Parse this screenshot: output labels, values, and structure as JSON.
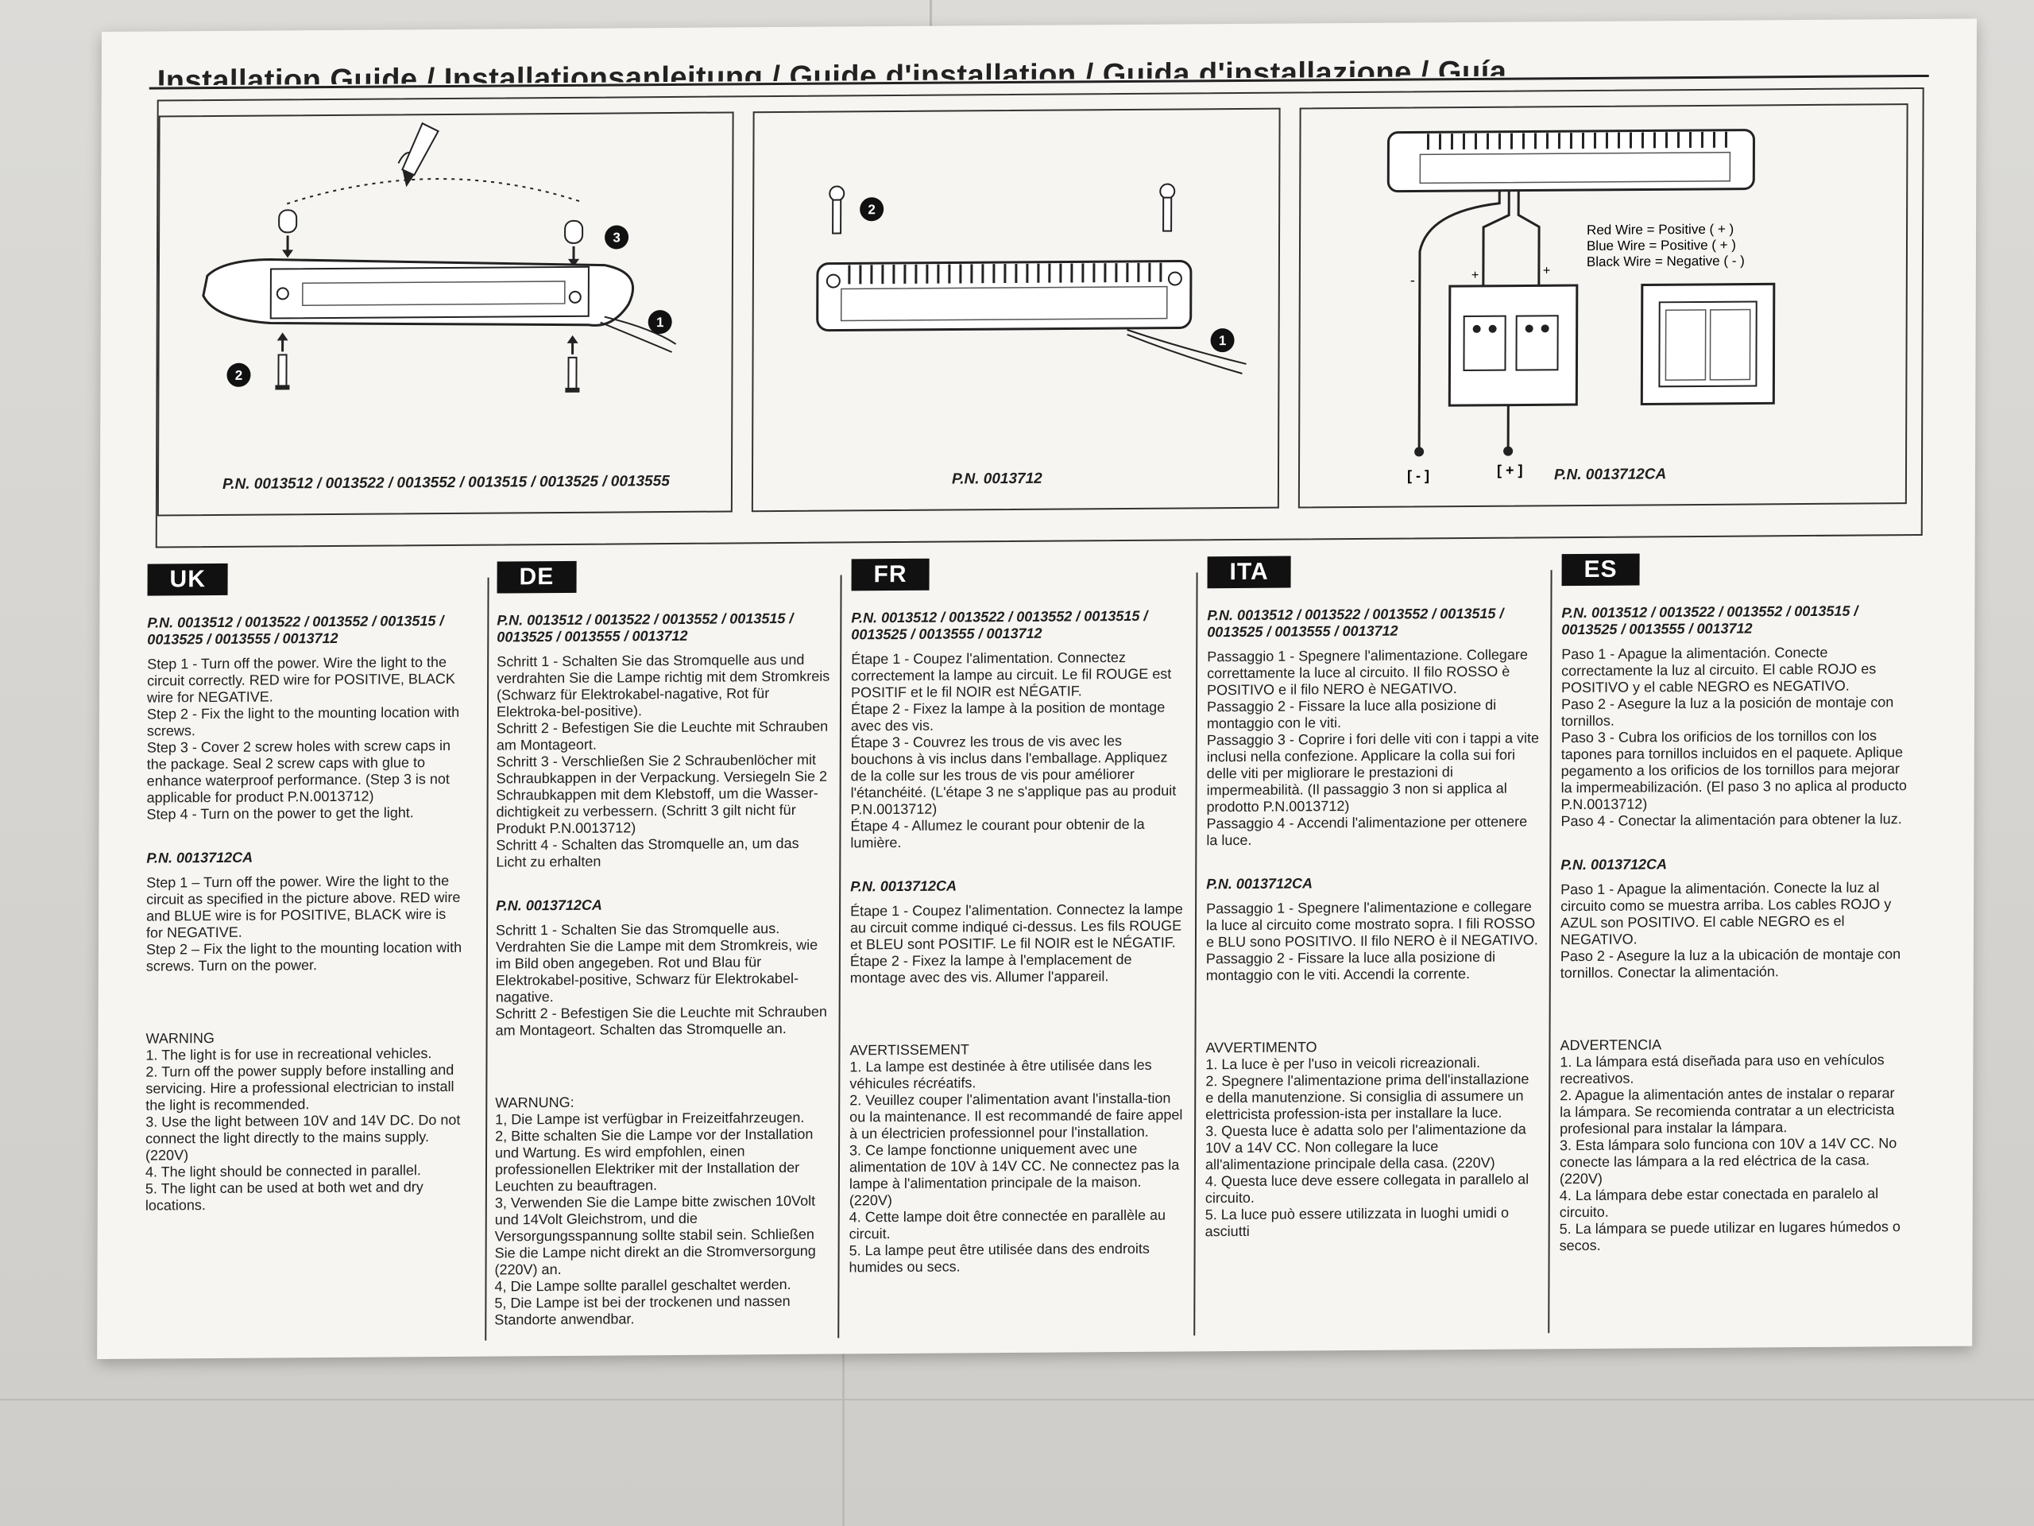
{
  "page": {
    "title": "Installation Guide / Installationsanleitung / Guide d'installation / Guida d'installazione / Guía de instalación"
  },
  "diagrams": {
    "panel1_pn": "P.N. 0013512 / 0013522 / 0013552 / 0013515 / 0013525 / 0013555",
    "panel2_pn": "P.N. 0013712",
    "panel3_pn": "P.N. 0013712CA",
    "callout_1": "1",
    "callout_2": "2",
    "callout_3": "3",
    "wire_legend": {
      "red": "Red Wire =  Positive ( + )",
      "blue": "Blue Wire = Positive ( + )",
      "black": "Black Wire = Negative ( - )"
    },
    "terminal_neg": "[ - ]",
    "terminal_pos": "[ + ]",
    "minus": "-",
    "plus": "+"
  },
  "columns": [
    {
      "lang": "UK",
      "pn": "P.N. 0013512 / 0013522 / 0013552 / 0013515 / 0013525 / 0013555 / 0013712",
      "steps": "Step 1 - Turn off the power. Wire the light to the circuit correctly. RED wire for POSITIVE, BLACK wire for NEGATIVE.\nStep 2 - Fix the light to the mounting location with screws.\nStep 3 - Cover 2 screw holes with screw caps in the package. Seal 2 screw caps with glue to enhance waterproof performance. (Step 3 is not applicable for product P.N.0013712)\nStep 4 - Turn on the power to get the light.",
      "pn2": "P.N. 0013712CA",
      "steps2": "Step 1 – Turn off the power. Wire the light to the circuit as specified in the picture above. RED wire and BLUE wire is for POSITIVE, BLACK wire is for NEGATIVE.\nStep 2 – Fix the light to the mounting location with screws. Turn on the power.",
      "warn_title": "WARNING",
      "warn": "1. The light is for use in recreational vehicles.\n2. Turn off the power supply before installing and servicing. Hire a professional electrician to install the light is recommended.\n3. Use the light between 10V and 14V DC. Do not connect the light directly to the mains supply.(220V)\n4. The light should be connected in parallel.\n5. The light can be used at both wet and dry locations."
    },
    {
      "lang": "DE",
      "pn": "P.N. 0013512 / 0013522 / 0013552 / 0013515 / 0013525 / 0013555 / 0013712",
      "steps": "Schritt 1 -  Schalten Sie das Stromquelle aus und verdrahten Sie die Lampe richtig mit dem Stromkreis (Schwarz für Elektrokabel-nagative, Rot für Elektroka-bel-positive).\nSchritt 2 - Befestigen Sie die Leuchte mit Schrauben am Montageort.\nSchritt 3 - Verschließen Sie 2 Schraubenlöcher mit Schraubkappen in der Verpackung. Versiegeln Sie 2 Schraubkappen mit dem Klebstoff, um die Wasser-dichtigkeit zu verbessern. (Schritt 3 gilt nicht für Produkt P.N.0013712)\nSchritt 4 - Schalten das Stromquelle an, um das Licht zu erhalten",
      "pn2": "P.N. 0013712CA",
      "steps2": "Schritt 1 - Schalten Sie das Stromquelle aus. Verdrahten Sie die Lampe mit dem Stromkreis, wie im Bild oben angegeben. Rot und Blau für Elektrokabel-positive, Schwarz für Elektrokabel-nagative.\nSchritt 2 - Befestigen Sie die Leuchte mit Schrauben am Montageort. Schalten das Stromquelle an.",
      "warn_title": "WARNUNG:",
      "warn": "1, Die Lampe ist verfügbar in Freizeitfahrzeugen.\n2, Bitte schalten Sie die Lampe vor der Installation und Wartung. Es wird empfohlen, einen professionellen Elektriker mit der Installation der Leuchten zu beauftragen.\n3, Verwenden Sie die Lampe bitte zwischen 10Volt und 14Volt Gleichstrom, und die Versorgungsspannung sollte stabil sein. Schließen Sie die Lampe nicht direkt an die Stromversorgung (220V) an.\n4, Die Lampe sollte parallel geschaltet werden.\n5, Die Lampe ist bei der trockenen und nassen Standorte anwendbar."
    },
    {
      "lang": "FR",
      "pn": "P.N. 0013512 / 0013522 / 0013552 / 0013515 / 0013525 / 0013555 / 0013712",
      "steps": "Étape 1 - Coupez l'alimentation. Connectez correctement la lampe au circuit. Le fil ROUGE est POSITIF et le fil NOIR est NÉGATIF.\nÉtape 2 - Fixez la lampe à la position de montage avec des vis.\nÉtape 3 - Couvrez les trous de vis avec les bouchons à vis inclus dans l'emballage. Appliquez de la colle sur les trous de vis pour améliorer l'étanchéité. (L'étape 3 ne s'applique pas au produit P.N.0013712)\nÉtape 4 - Allumez le courant pour obtenir de la lumière.",
      "pn2": "P.N. 0013712CA",
      "steps2": "Étape 1 - Coupez l'alimentation. Connectez la lampe au circuit comme indiqué ci-dessus. Les fils ROUGE et BLEU sont POSITIF. Le fil NOIR est le NÉGATIF.\nÉtape 2 - Fixez la lampe à l'emplacement de montage avec des vis. Allumer l'appareil.",
      "warn_title": "AVERTISSEMENT",
      "warn": "1. La lampe est destinée à être utilisée dans les véhicules récréatifs.\n2. Veuillez couper l'alimentation avant l'installa-tion ou la maintenance. Il est recommandé de faire appel à un électricien professionnel pour l'installation.\n3. Ce lampe fonctionne uniquement avec une alimentation de 10V à 14V CC. Ne connectez pas la lampe à l'alimentation principale de la maison. (220V)\n4. Cette lampe doit être connectée en parallèle au circuit.\n5. La lampe peut être utilisée dans des endroits humides ou secs."
    },
    {
      "lang": "ITA",
      "pn": "P.N. 0013512 / 0013522 / 0013552 / 0013515 / 0013525 / 0013555 / 0013712",
      "steps": "Passaggio 1 - Spegnere l'alimentazione. Collegare correttamente la luce al circuito. Il filo ROSSO è POSITIVO e il filo NERO è NEGATIVO.\nPassaggio 2 - Fissare la luce alla posizione di montaggio con le viti.\nPassaggio 3 - Coprire i fori delle viti con i tappi a vite inclusi nella confezione. Applicare la colla sui fori delle viti per migliorare le prestazioni di impermeabilità. (Il passaggio 3 non si applica al prodotto P.N.0013712)\nPassaggio 4 - Accendi l'alimentazione per ottenere la luce.",
      "pn2": "P.N. 0013712CA",
      "steps2": "Passaggio 1 - Spegnere l'alimentazione e collegare la luce al circuito come mostrato sopra. I fili ROSSO e BLU sono POSITIVO. Il filo NERO è il NEGATIVO.\nPassaggio 2 - Fissare la luce alla posizione di montaggio con le viti. Accendi la corrente.",
      "warn_title": "AVVERTIMENTO",
      "warn": "1. La luce è per l'uso in veicoli ricreazionali.\n2. Spegnere l'alimentazione prima dell'installazione e della manutenzione. Si consiglia di assumere un elettricista profession-ista per installare la luce.\n3. Questa luce è adatta solo per l'alimentazione da 10V a 14V CC. Non collegare la luce all'alimentazione principale della casa. (220V)\n4. Questa luce deve essere collegata in parallelo al circuito.\n5. La luce può essere utilizzata in luoghi umidi o asciutti"
    },
    {
      "lang": "ES",
      "pn": "P.N. 0013512 / 0013522 / 0013552 / 0013515 / 0013525 / 0013555 / 0013712",
      "steps": "Paso 1 - Apague la alimentación. Conecte correctamente la luz al circuito. El cable ROJO es POSITIVO y el cable NEGRO es NEGATIVO.\nPaso 2 - Asegure la luz a la posición de montaje con tornillos.\nPaso 3 - Cubra los orificios de los tornillos con los tapones para tornillos incluidos en el paquete. Aplique pegamento a los orificios de los tornillos para mejorar la impermeabilización. (El paso 3 no aplica al producto P.N.0013712)\nPaso 4 - Conectar la alimentación para obtener la luz.",
      "pn2": "P.N. 0013712CA",
      "steps2": "Paso 1 - Apague la alimentación. Conecte la luz al circuito como se muestra arriba. Los cables ROJO y AZUL son POSITIVO. El cable NEGRO es el NEGATIVO.\nPaso 2 - Asegure la luz a la ubicación de montaje con tornillos. Conectar la alimentación.",
      "warn_title": "ADVERTENCIA",
      "warn": "1. La lámpara está diseñada para uso en vehículos recreativos.\n2. Apague la alimentación antes de instalar o reparar la lámpara. Se recomienda contratar a un electricista profesional para instalar la lámpara.\n3. Esta lámpara solo funciona con 10V a 14V CC. No conecte las lámpara a la red eléctrica de la casa. (220V)\n4. La lámpara debe estar conectada en paralelo al circuito.\n5. La lámpara se puede utilizar en lugares húmedos o secos."
    }
  ]
}
